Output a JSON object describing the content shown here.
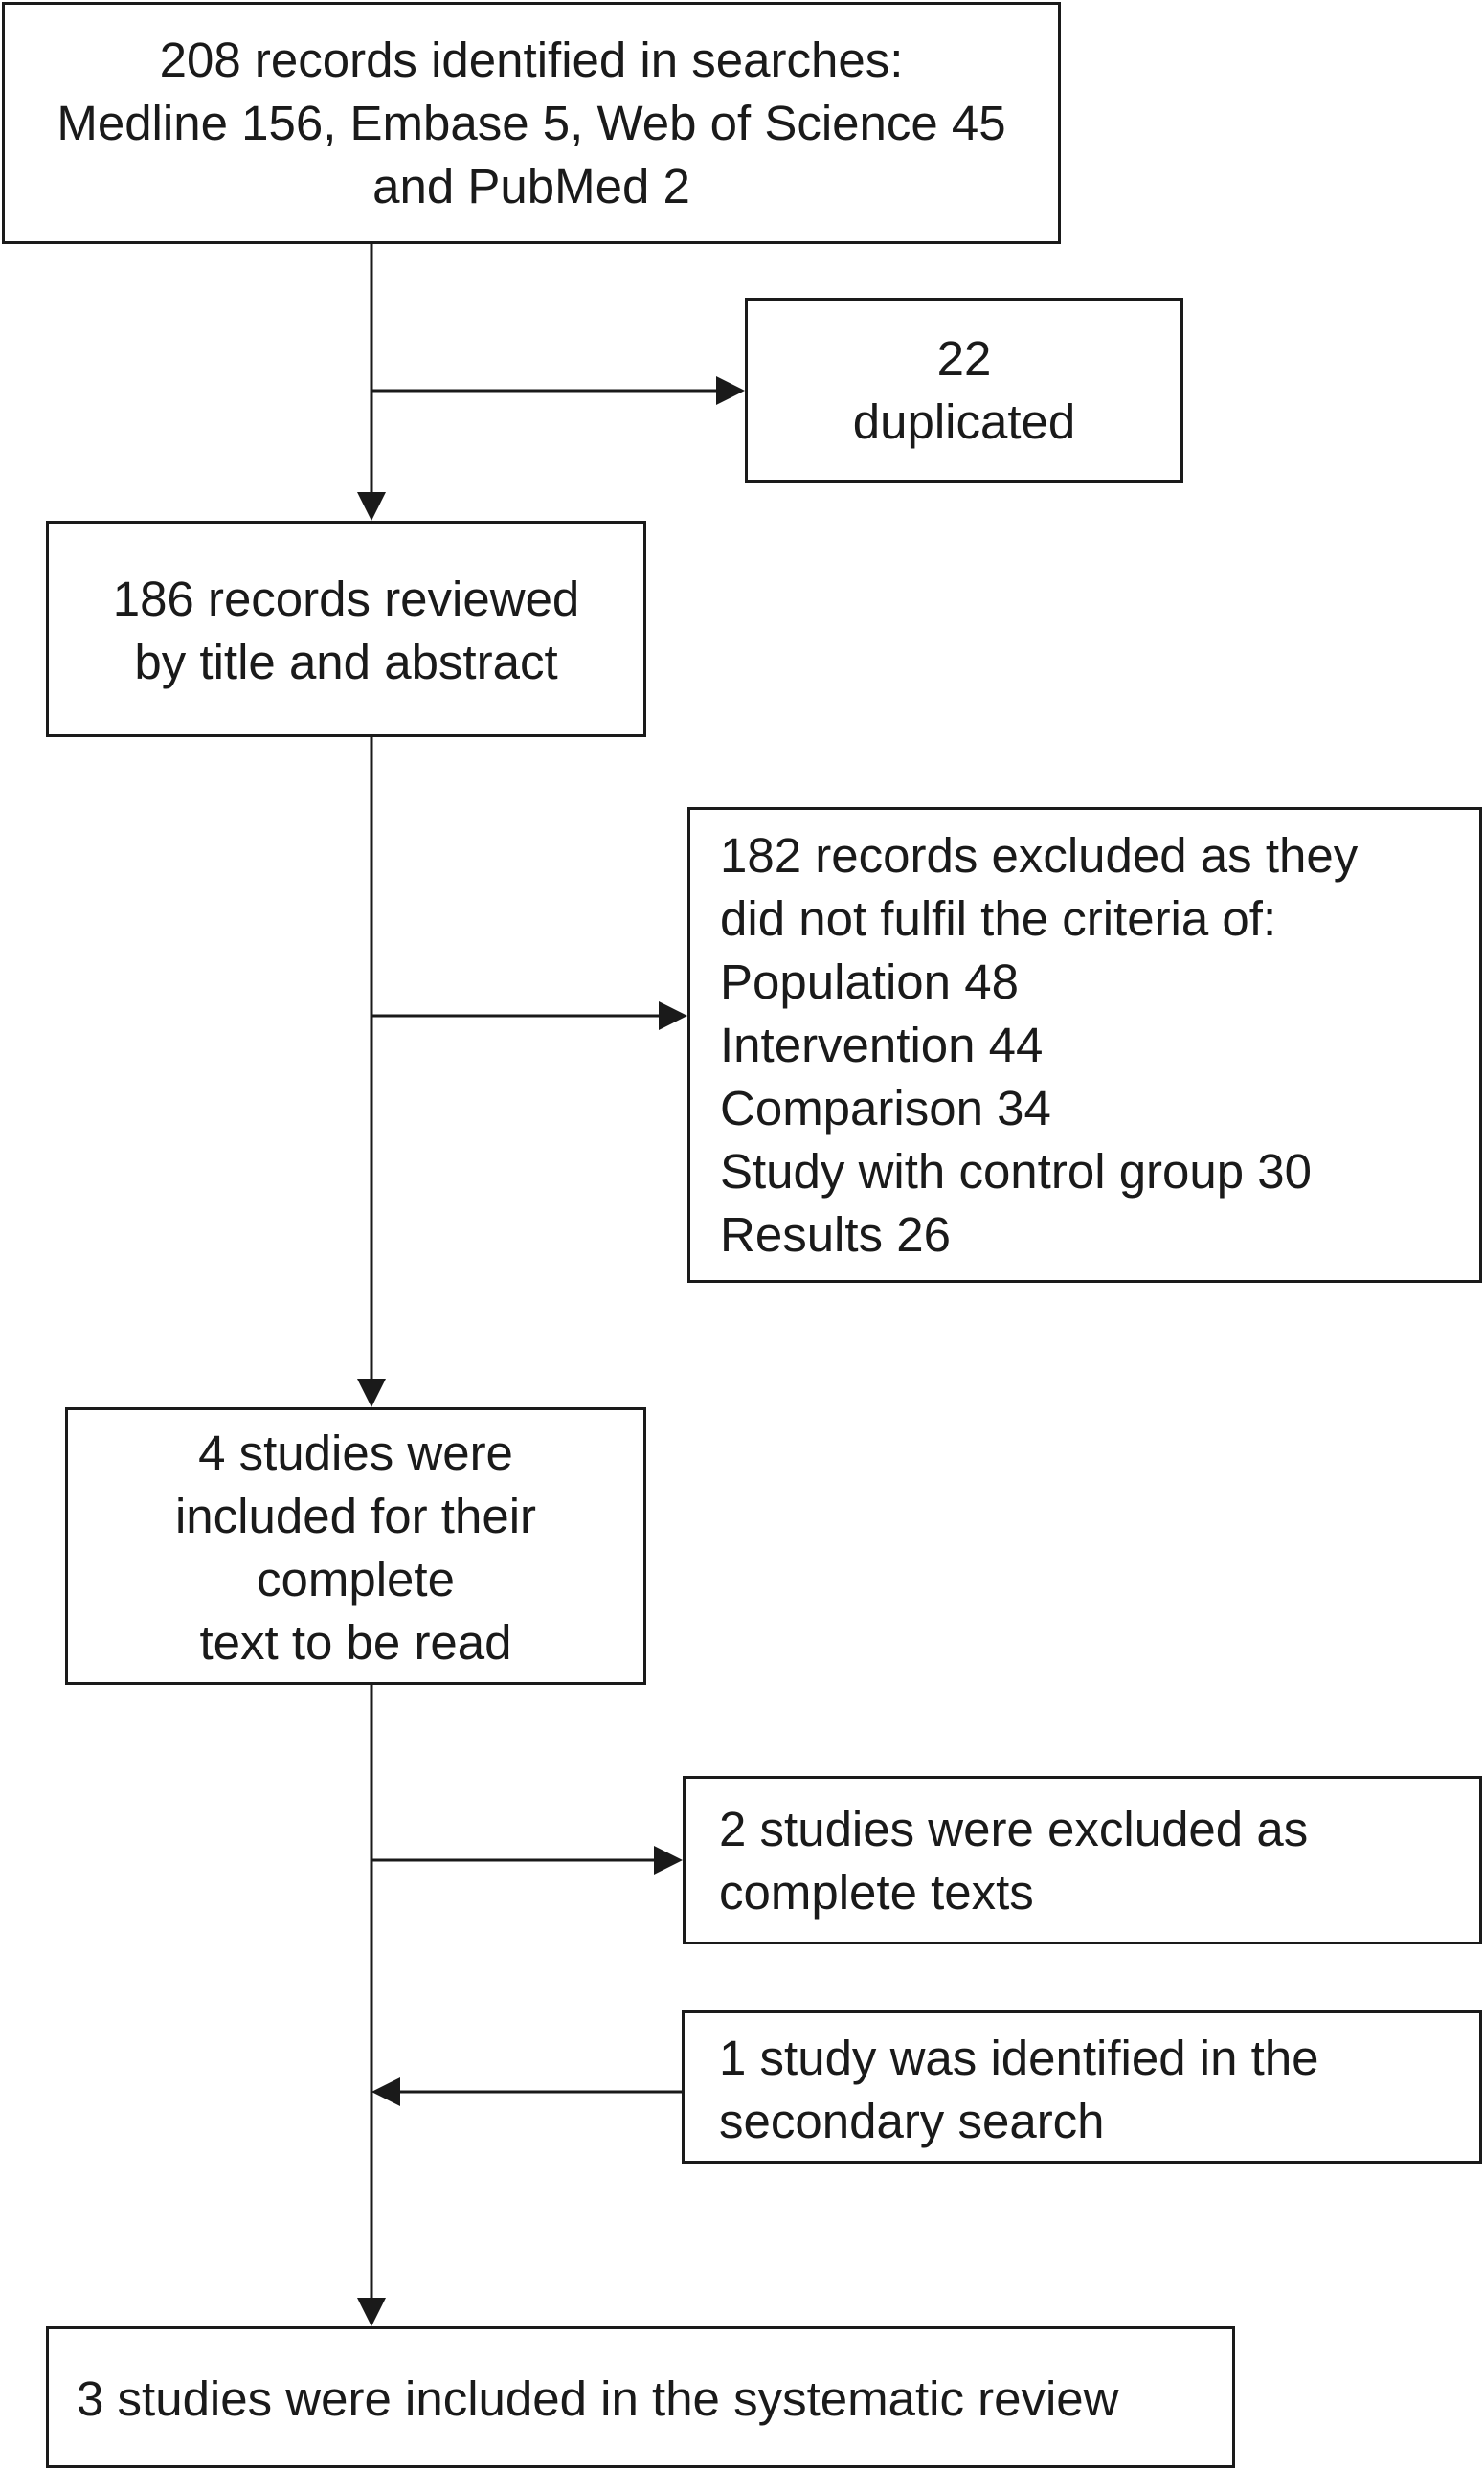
{
  "flow": {
    "search": {
      "lines": [
        "208 records identified in searches:",
        "Medline 156, Embase 5, Web of Science 45",
        "and PubMed 2"
      ]
    },
    "duplicated": {
      "lines": [
        "22",
        "duplicated"
      ]
    },
    "reviewed": {
      "lines": [
        "186 records reviewed",
        "by title and abstract"
      ]
    },
    "excluded_criteria": {
      "lines": [
        "182 records excluded as they",
        "did not fulfil the criteria of:",
        "Population 48",
        "Intervention 44",
        "Comparison 34",
        "Study with control group 30",
        "Results 26"
      ]
    },
    "full_text": {
      "lines": [
        "4 studies were",
        "included for their",
        "complete",
        "text to be read"
      ]
    },
    "excluded_full": {
      "lines": [
        "2 studies were excluded as",
        "complete texts"
      ]
    },
    "secondary": {
      "lines": [
        "1 study was identified in the",
        "secondary search"
      ]
    },
    "included": {
      "lines": [
        "3 studies were included in the systematic review"
      ]
    }
  }
}
